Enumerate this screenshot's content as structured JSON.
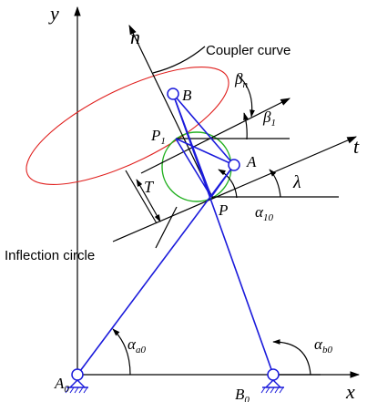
{
  "labels": {
    "y": "y",
    "x": "x",
    "n": "n",
    "t": "t",
    "B": "B",
    "A": "A",
    "P": "P",
    "P1": "P",
    "P1_sub": "1",
    "A0": "A",
    "A0_sub": "0",
    "B0": "B",
    "B0_sub": "0",
    "T": "T",
    "lambda": "λ",
    "beta_n": "β",
    "beta_n_sub": "n",
    "beta_1": "β",
    "beta_1_sub": "1",
    "alpha_10": "α",
    "alpha_10_sub": "10",
    "alpha_a0": "α",
    "alpha_a0_sub": "a0",
    "alpha_b0": "α",
    "alpha_b0_sub": "b0",
    "coupler_curve": "Coupler curve",
    "inflection_circle": "Inflection circle"
  },
  "colors": {
    "linkage": "#1a1adb",
    "coupler_curve": "#e0201e",
    "inflection_circle": "#22b020",
    "axes": "#000000"
  }
}
